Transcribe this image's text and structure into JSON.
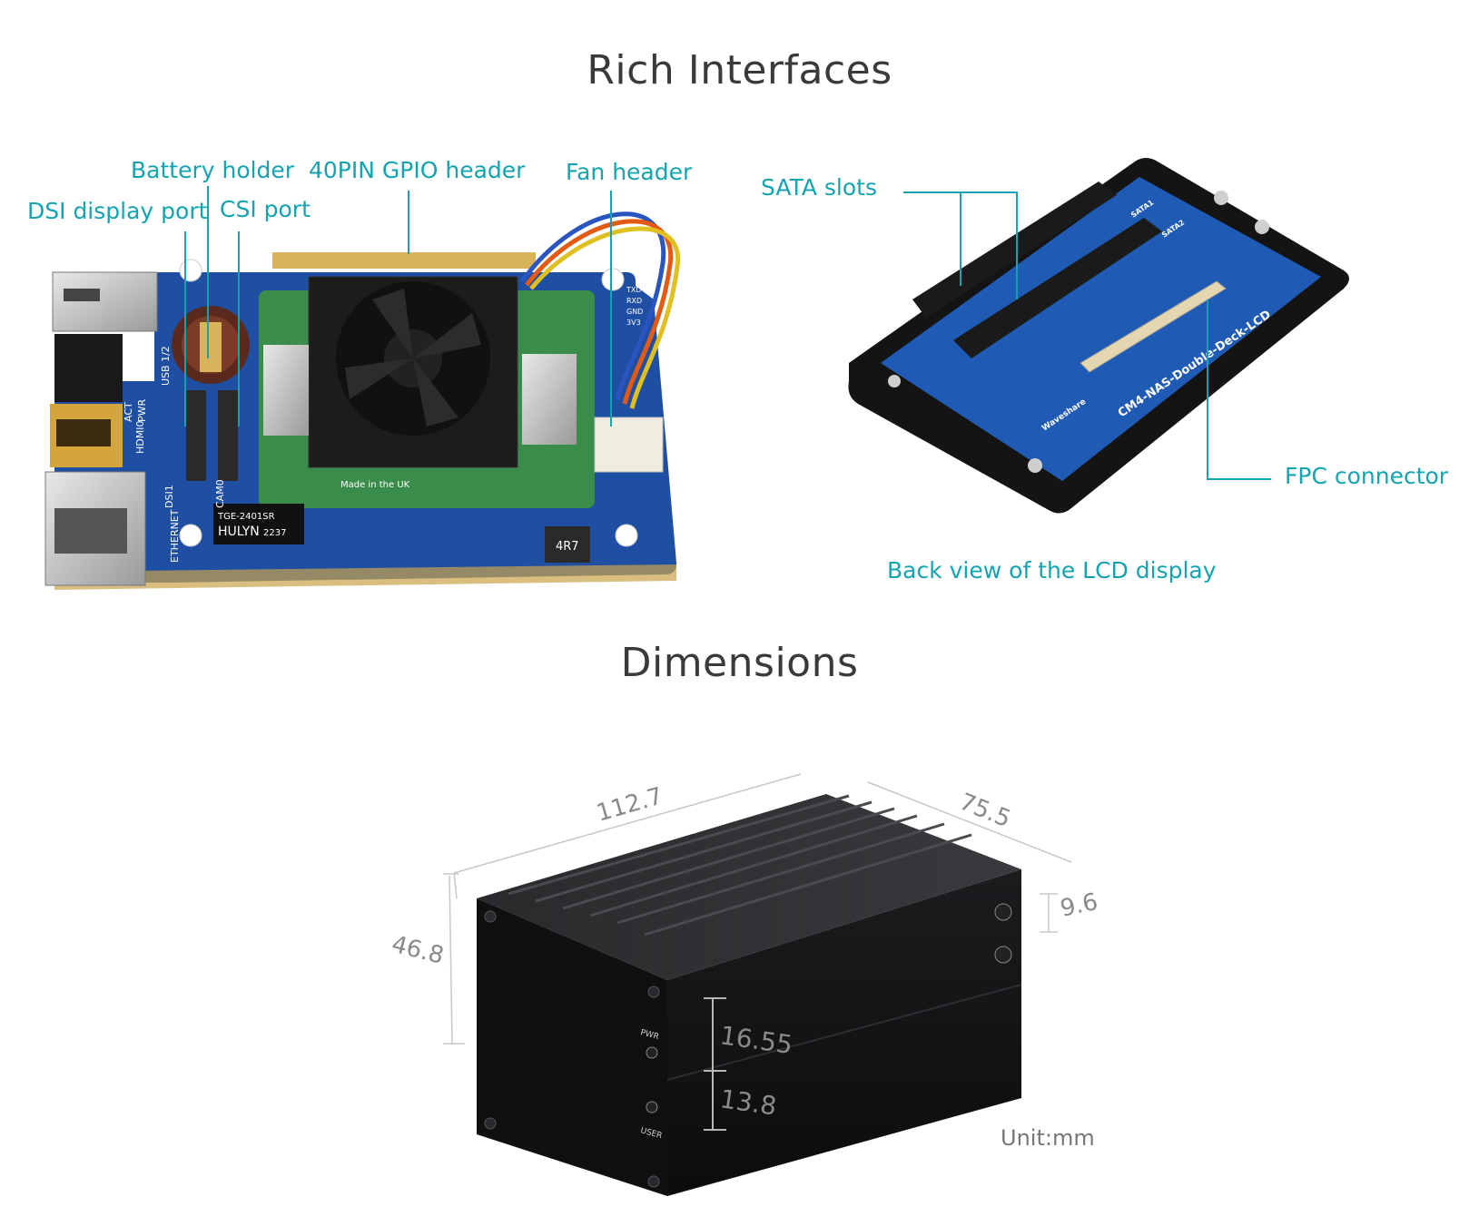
{
  "section1": {
    "title": "Rich Interfaces"
  },
  "board_labels": {
    "battery_holder": "Battery holder",
    "gpio_header": "40PIN GPIO header",
    "fan_header": "Fan header",
    "dsi_port": "DSI display port",
    "csi_port": "CSI port"
  },
  "lcd_labels": {
    "sata_slots": "SATA slots",
    "fpc_connector": "FPC connector",
    "caption": "Back view of the LCD display",
    "board_text": "CM4-NAS-Double-Deck-LCD",
    "brand": "Waveshare",
    "sata1": "SATA1",
    "sata2": "SATA2"
  },
  "board_silk": {
    "usb": "USB 1/2",
    "hdmi": "HDMI0",
    "dsi1": "DSI1",
    "cam0": "CAM0",
    "ethernet": "ETHERNET",
    "act": "ACT",
    "pwr": "PWR",
    "made_in": "Made in the UK",
    "chip": "HULYN",
    "chip_date": "2237",
    "chip_part": "TGE-2401SR",
    "inductor": "4R7",
    "txd": "TXD",
    "rxd": "RXD",
    "gnd": "GND",
    "v33": "3V3"
  },
  "section2": {
    "title": "Dimensions"
  },
  "dimensions": {
    "length": "112.7",
    "width": "75.5",
    "height": "46.8",
    "button_spacing": "9.6",
    "top_offset": "16.55",
    "bottom_offset": "13.8",
    "unit": "Unit:mm"
  },
  "case_labels": {
    "pwr": "PWR",
    "user": "USER"
  },
  "colors": {
    "accent": "#14a3b0",
    "title": "#3a3a3a",
    "pcb": "#1f4fa3",
    "case": "#141416"
  }
}
